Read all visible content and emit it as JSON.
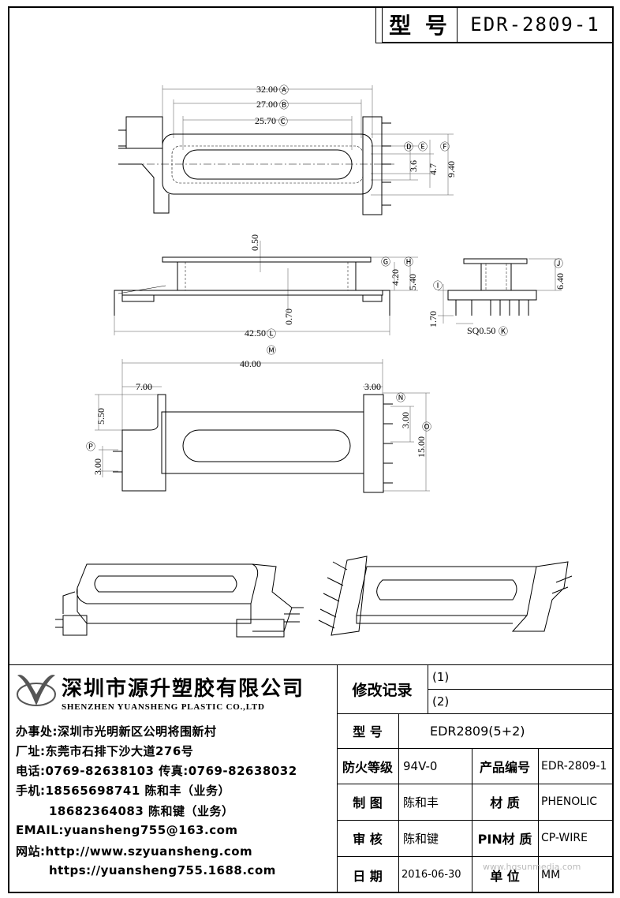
{
  "header": {
    "model_label": "型 号",
    "model_value": "EDR-2809-1"
  },
  "dims": {
    "d32": "32.00",
    "A": "Ⓐ",
    "d27": "27.00",
    "B": "Ⓑ",
    "d257": "25.70",
    "C": "Ⓒ",
    "D": "Ⓓ",
    "E": "Ⓔ",
    "F": "Ⓕ",
    "d36": "3.6",
    "d47": "4.7",
    "d940": "9.40",
    "d050": "0.50",
    "G": "Ⓖ",
    "H": "Ⓗ",
    "d420": "4.20",
    "d540": "5.40",
    "J": "Ⓙ",
    "d640": "6.40",
    "I": "Ⓘ",
    "d170": "1.70",
    "sq050": "SQ0.50",
    "K": "Ⓚ",
    "d070": "0.70",
    "d4250": "42.50",
    "L": "Ⓛ",
    "M": "Ⓜ",
    "d4000": "40.00",
    "d700": "7.00",
    "d300a": "3.00",
    "N": "Ⓝ",
    "d550": "5.50",
    "d300b": "3.00",
    "d1500": "15.00",
    "O": "Ⓞ",
    "P": "Ⓟ",
    "d300c": "3.00"
  },
  "company": {
    "name": "深圳市源升塑胶有限公司",
    "english": "SHENZHEN YUANSHENG PLASTIC CO.,LTD",
    "office": "办事处:深圳市光明新区公明将围新村",
    "factory": "厂址:东莞市石排下沙大道276号",
    "phone": "电话:0769-82638103 传真:0769-82638032",
    "mobile1": "手机:18565698741 陈和丰（业务）",
    "mobile2": "18682364083 陈和键（业务）",
    "email": "EMAIL:yuansheng755@163.com",
    "web1": "网站:http://www.szyuansheng.com",
    "web2": "https://yuansheng755.1688.com"
  },
  "revision": {
    "label": "修改记录",
    "r1": "(1)",
    "r2": "(2)"
  },
  "table": {
    "model_label": "型 号",
    "model_value": "EDR2809(5+2)",
    "fire_label": "防火等级",
    "fire_value": "94V-0",
    "code_label": "产品编号",
    "code_value": "EDR-2809-1",
    "draw_label": "制 图",
    "draw_value": "陈和丰",
    "mat_label": "材 质",
    "mat_value": "PHENOLIC",
    "check_label": "审 核",
    "check_value": "陈和键",
    "pin_label": "PIN材 质",
    "pin_value": "CP-WIRE",
    "date_label": "日 期",
    "date_value": "2016-06-30",
    "unit_label": "单 位",
    "unit_value": "MM"
  },
  "watermark": "www.hqsunmedia.com",
  "colors": {
    "ink": "#000000",
    "logo_gray": "#555555"
  }
}
